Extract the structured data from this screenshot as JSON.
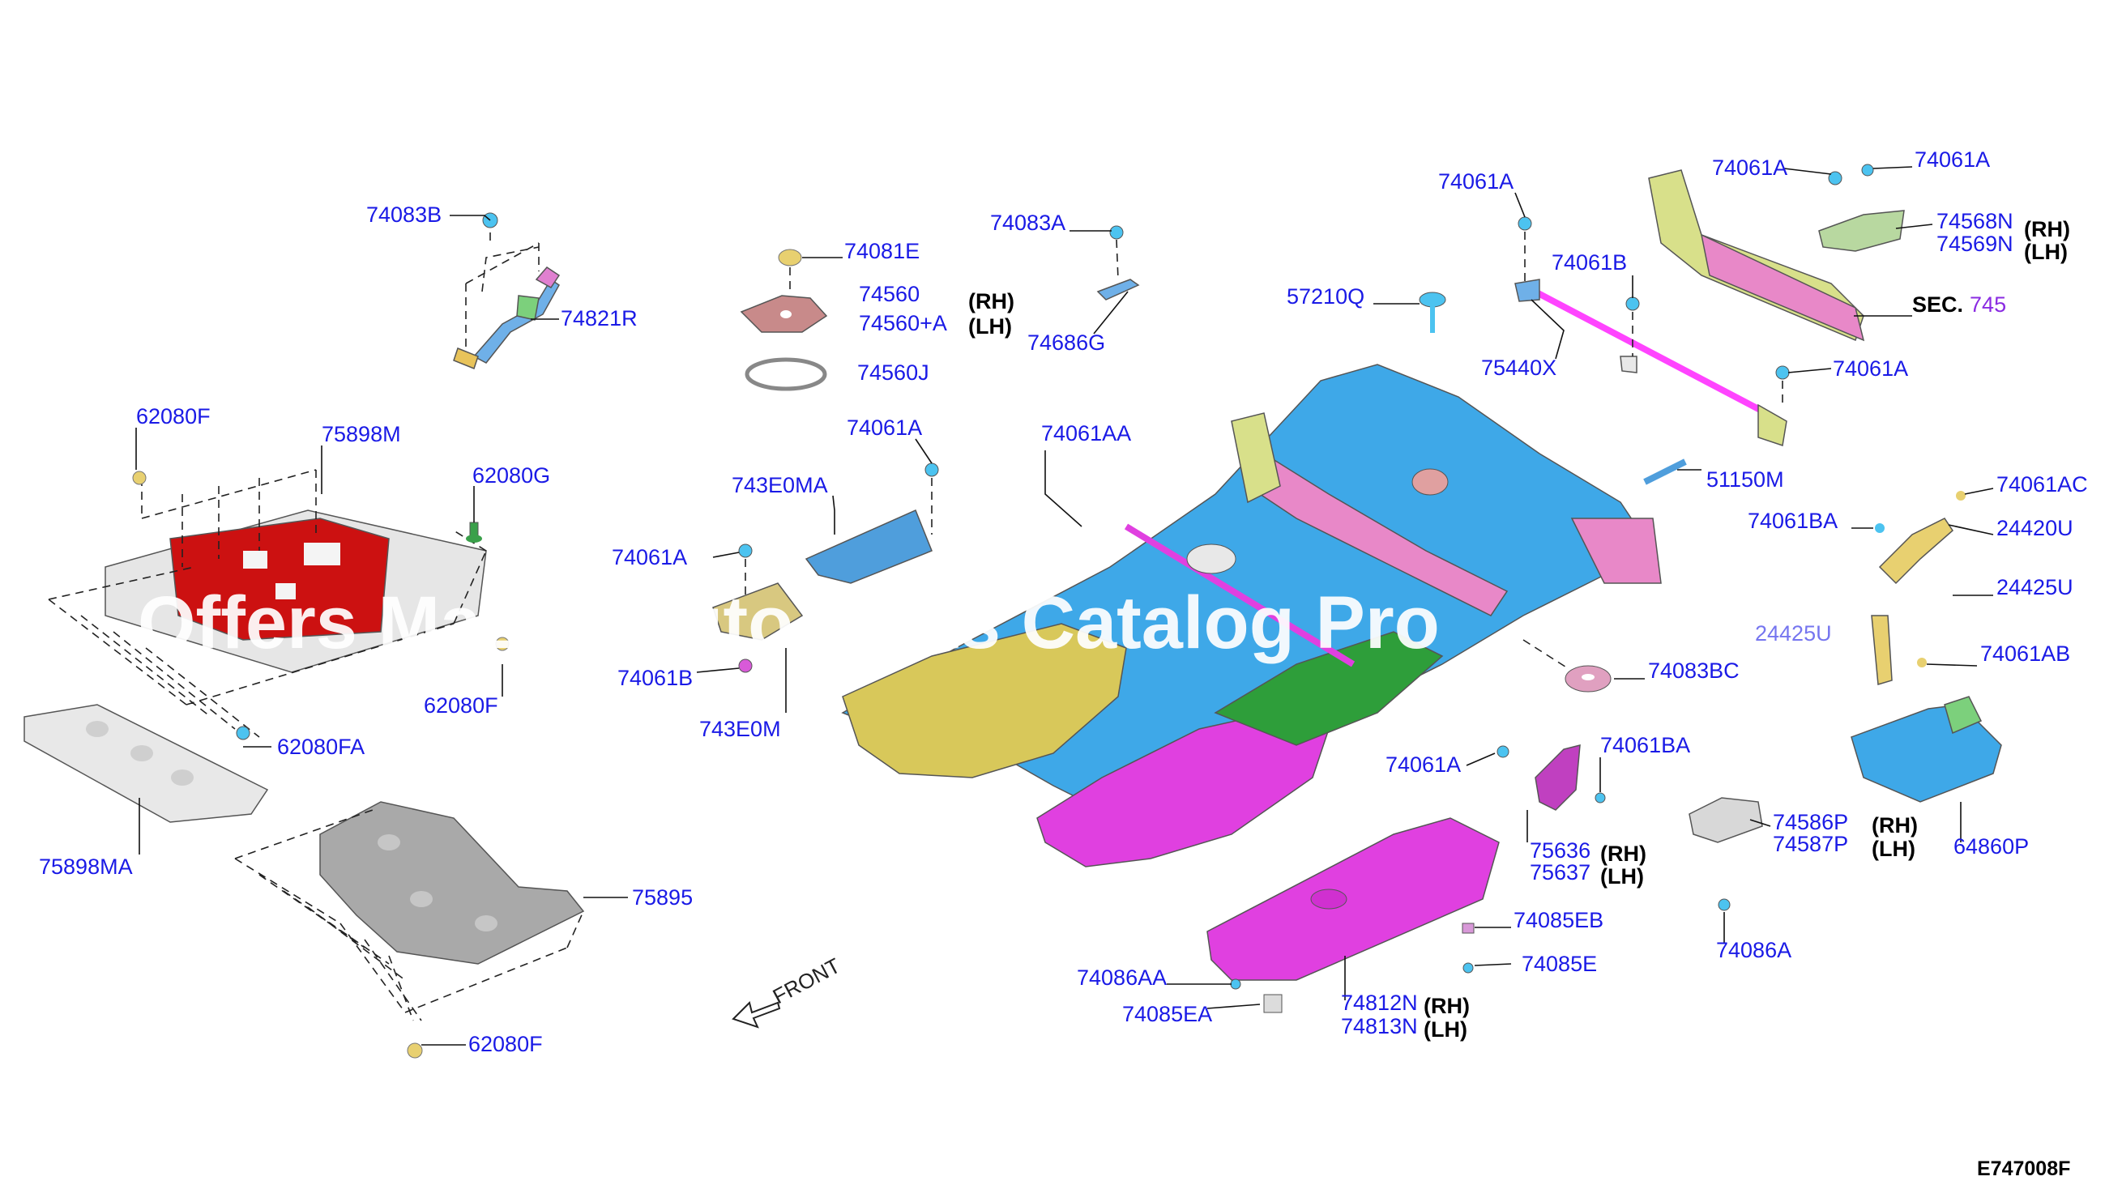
{
  "labels": {
    "p74083B": "74083B",
    "p74821R": "74821R",
    "p62080F_top": "62080F",
    "p75898M": "75898M",
    "p62080G": "62080G",
    "p62080F_mid": "62080F",
    "p62080FA": "62080FA",
    "p75898MA": "75898MA",
    "p75895": "75895",
    "p62080F_bot": "62080F",
    "p74081E": "74081E",
    "p74560": "74560",
    "p74560A": "74560+A",
    "p74560J": "74560J",
    "p74083A": "74083A",
    "p74686G": "74686G",
    "p74061A_c": "74061A",
    "p743E0MA": "743E0MA",
    "p74061A_l": "74061A",
    "p74061B_l": "74061B",
    "p743E0M": "743E0M",
    "p74061AA": "74061AA",
    "p74061A_t1": "74061A",
    "p57210Q": "57210Q",
    "p74061B_t": "74061B",
    "p75440X": "75440X",
    "p74061A_t2": "74061A",
    "p74061A_t3": "74061A",
    "p74568N": "74568N",
    "p74569N": "74569N",
    "sec_label": "SEC.",
    "sec_num": "745",
    "p74061A_r": "74061A",
    "p51150M": "51150M",
    "p74061AC": "74061AC",
    "p74061BA_r": "74061BA",
    "p24420U": "24420U",
    "p24425U": "24425U",
    "p24425U_partial": "24425U",
    "p74061AB": "74061AB",
    "p74083BC": "74083BC",
    "p74061A_b": "74061A",
    "p74061BA_b": "74061BA",
    "p75636": "75636",
    "p75637": "75637",
    "p74085EB": "74085EB",
    "p74085E": "74085E",
    "p74086AA": "74086AA",
    "p74085EA": "74085EA",
    "p74812N": "74812N",
    "p74813N": "74813N",
    "p74586P": "74586P",
    "p74587P": "74587P",
    "p64860P": "64860P",
    "p74086A": "74086A"
  },
  "side_marks": {
    "rh": "(RH)",
    "lh": "(LH)"
  },
  "front_label": "FRONT",
  "watermark": "Offers Mazda Auto Parts Catalog Pro",
  "diagram_code": "E747008F",
  "colors": {
    "label_blue": "#1a1ae6",
    "sec_purple": "#8a2be2",
    "floor_blue": "#3ea8e8",
    "tunnel_green": "#2e9e3a",
    "panel_magenta": "#e040e0",
    "panel_yellow": "#d8c85a",
    "insulator_red": "#cc1111",
    "fastener_cyan": "#4cc3f0"
  },
  "icons": [
    "front-arrow-icon",
    "fastener-clip-icon"
  ]
}
